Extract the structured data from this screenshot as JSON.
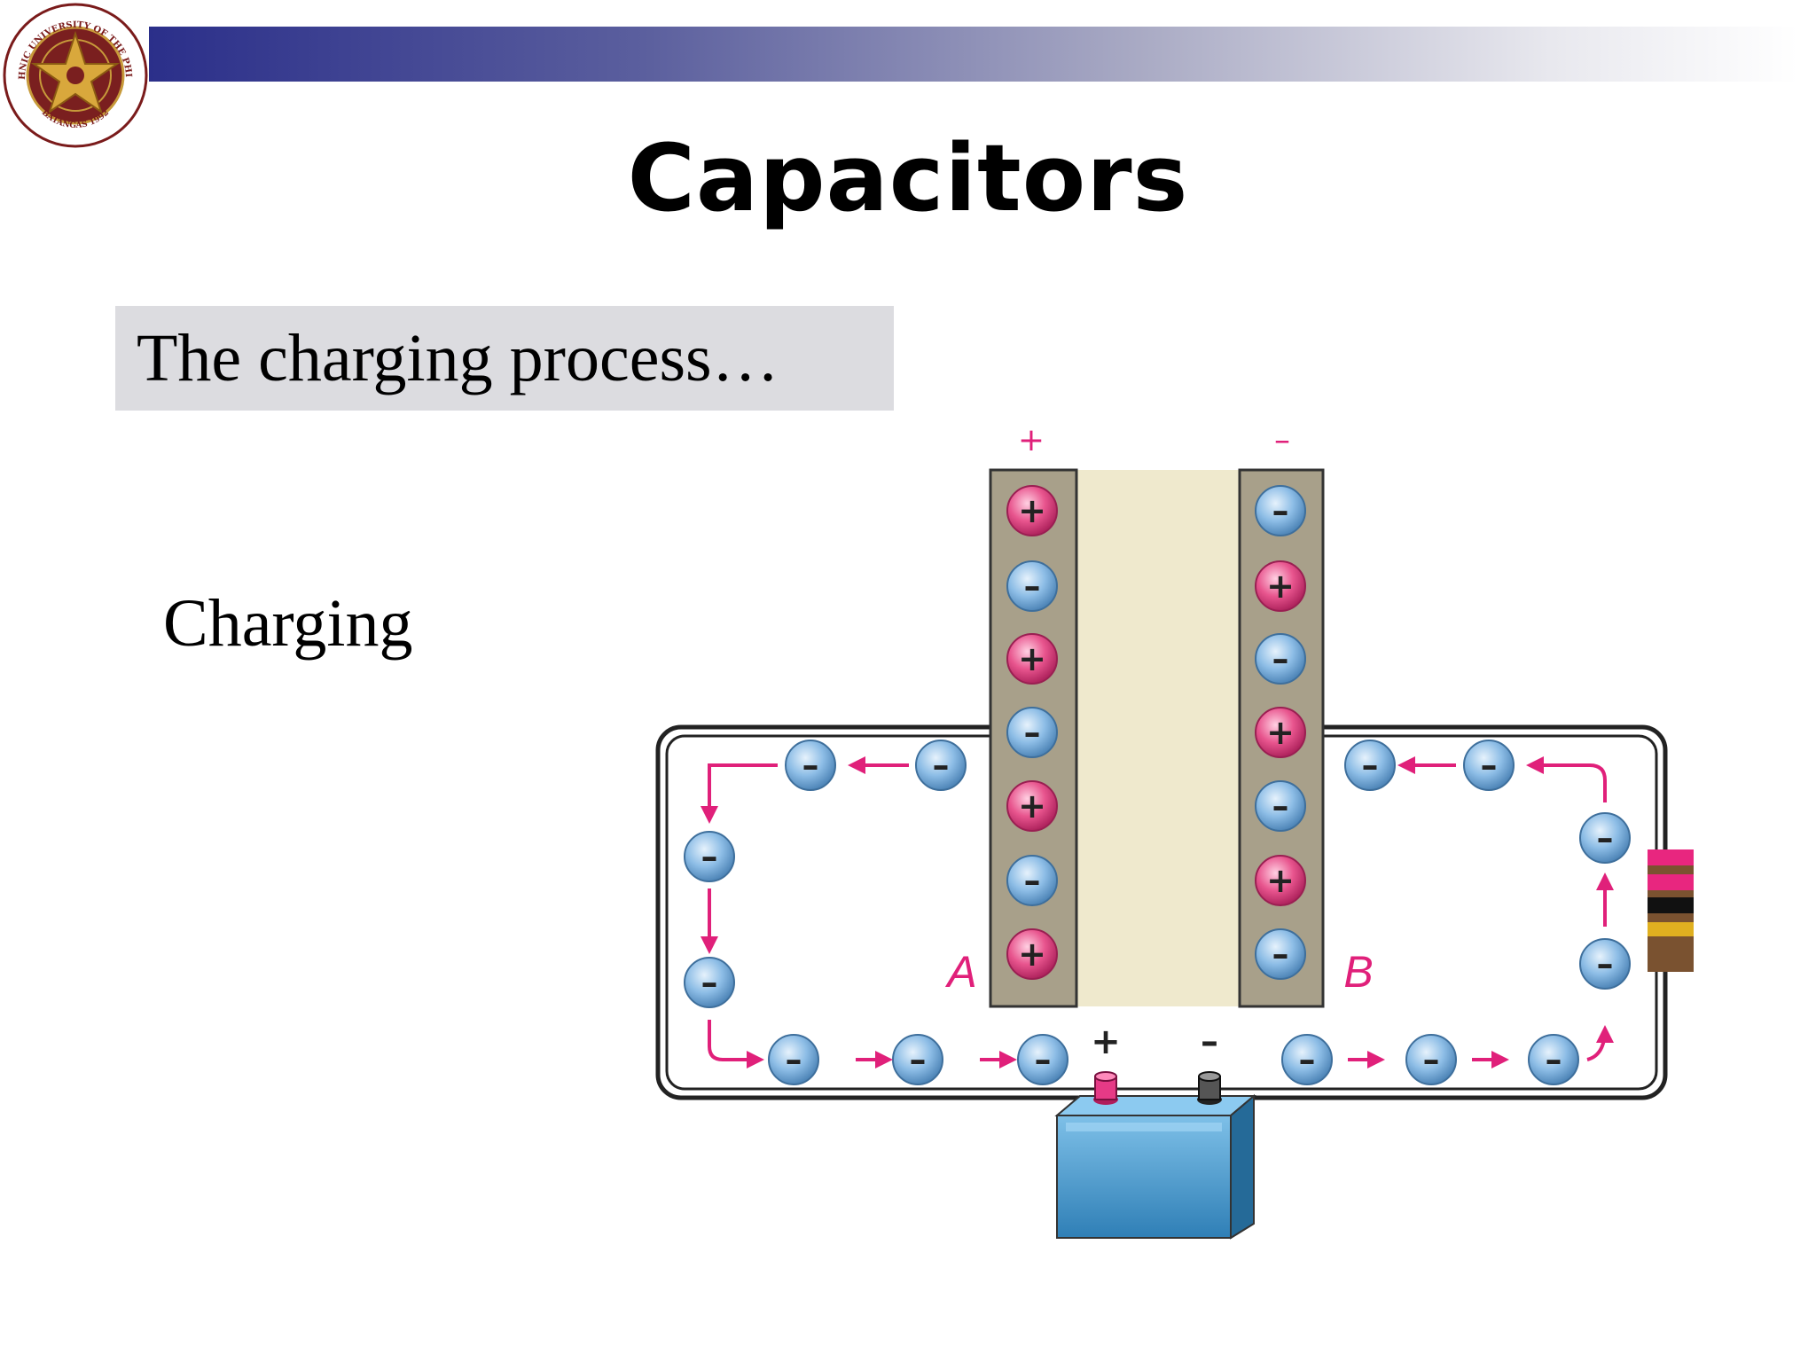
{
  "slide": {
    "title": "Capacitors",
    "subtitle": "The charging process…",
    "body_label": "Charging"
  },
  "logo": {
    "text_top": "POLYTECHNIC UNIVERSITY OF THE PHILIPPINES",
    "text_bottom": "BATANGAS 1992"
  },
  "diagram": {
    "plate_a": {
      "label": "A",
      "polarity": "+"
    },
    "plate_b": {
      "label": "B",
      "polarity": "–"
    },
    "battery": {
      "plus": "+",
      "minus": "–"
    },
    "plate_a_charges": [
      "+",
      "–",
      "+",
      "–",
      "+",
      "–",
      "+"
    ],
    "plate_b_charges": [
      "–",
      "+",
      "–",
      "+",
      "–",
      "+",
      "–"
    ],
    "electron_sign": "–",
    "colors": {
      "accent_magenta": "#e0207a",
      "proton_fill": "#e8558e",
      "electron_fill": "#7fb3e0",
      "plate_fill": "#a8a08a",
      "dielectric_fill": "#efe9cd",
      "battery_fill": "#3a8cc4"
    }
  }
}
